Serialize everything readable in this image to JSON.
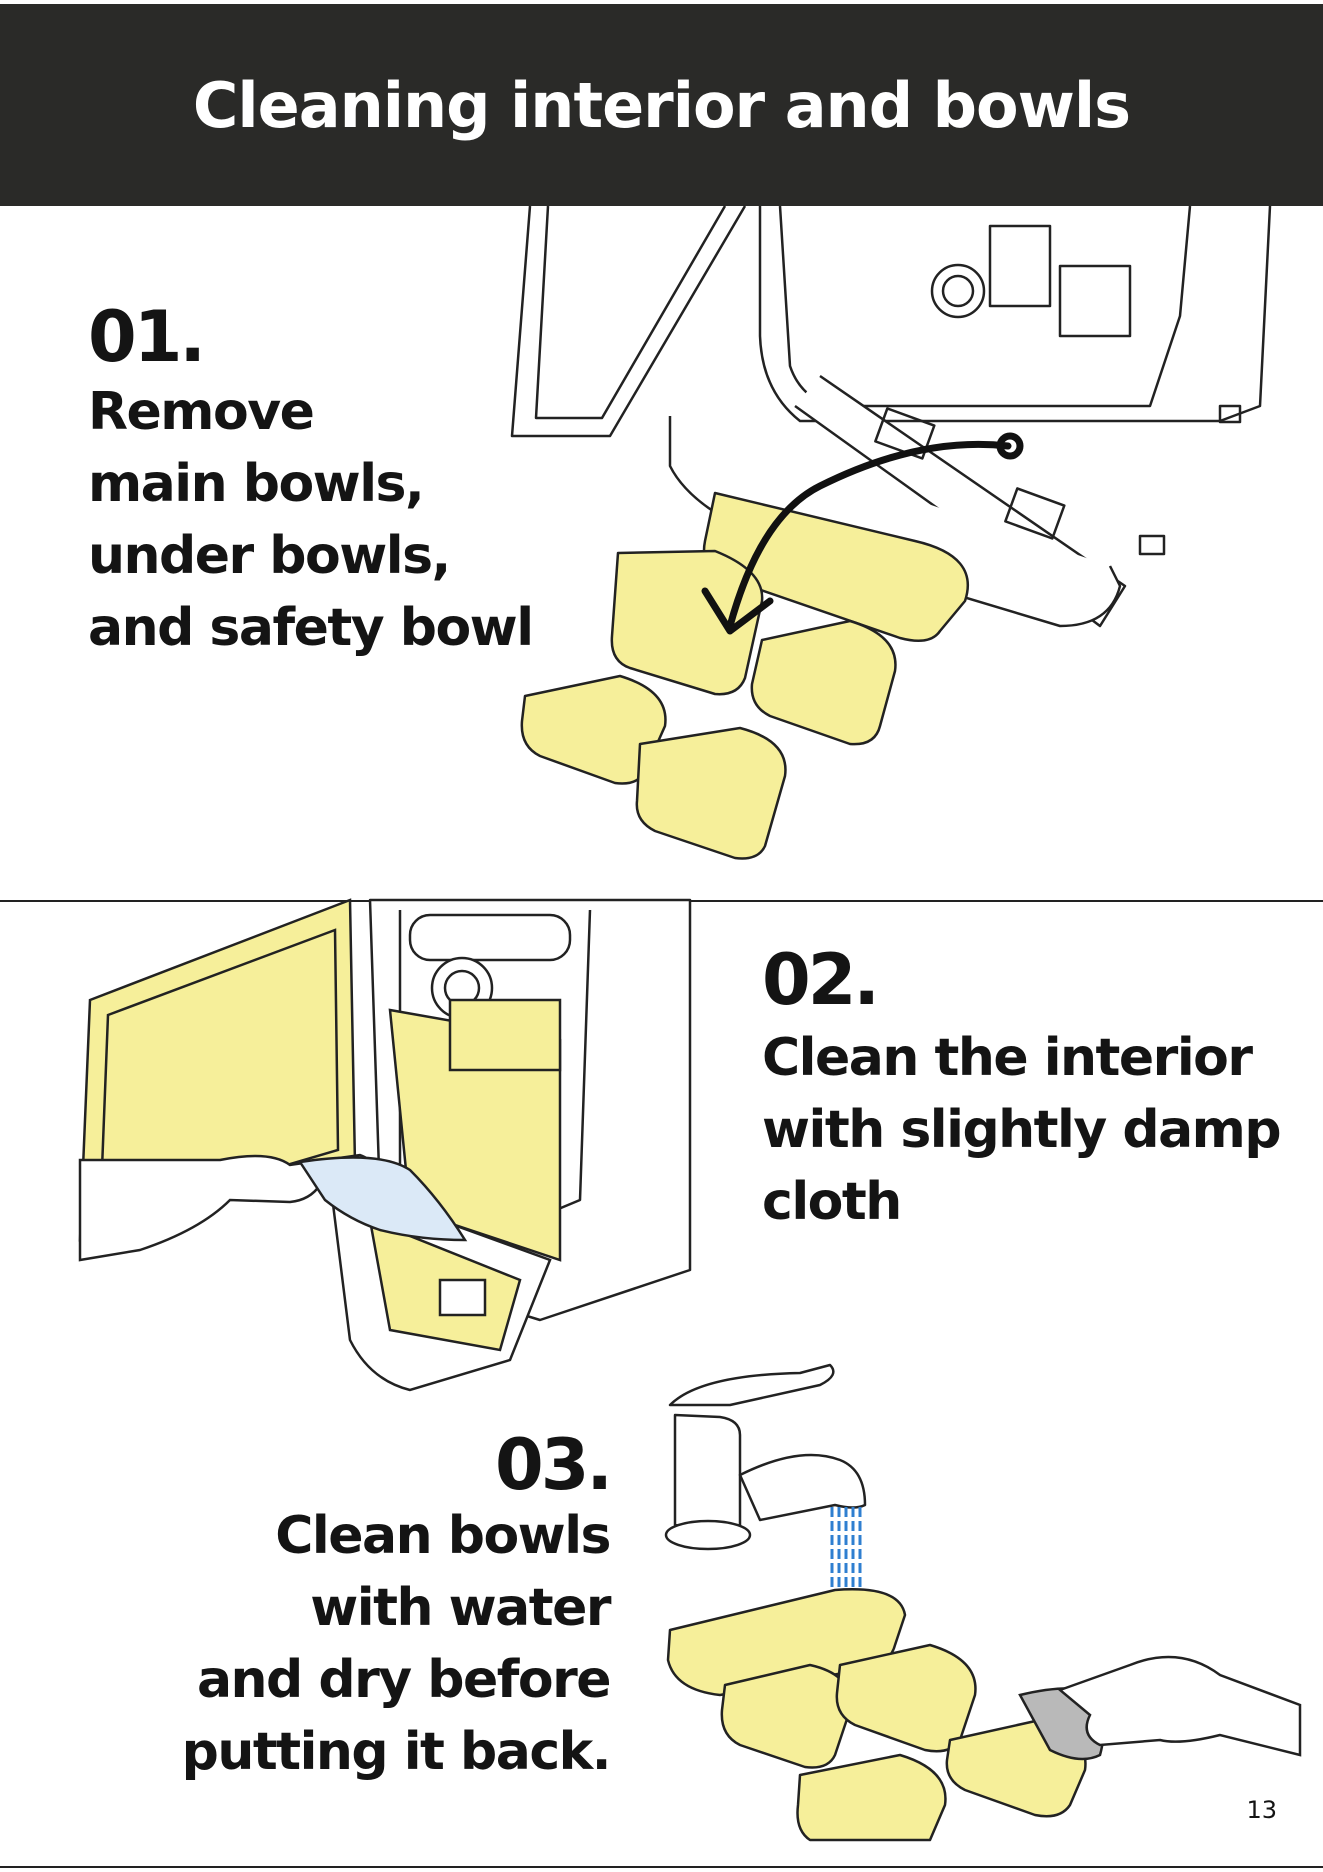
{
  "header": {
    "title": "Cleaning interior and bowls"
  },
  "steps": [
    {
      "number": "01.",
      "text": "Remove\nmain bowls,\nunder bowls,\nand safety bowl"
    },
    {
      "number": "02.",
      "text": "Clean the interior\nwith slightly damp\ncloth"
    },
    {
      "number": "03.",
      "text": "Clean bowls\nwith water\nand dry before\nputting it back."
    }
  ],
  "footer": {
    "page_number": "13"
  },
  "colors": {
    "header_bg": "#2a2a28",
    "bowl_yellow": "#f6ef9a",
    "water_blue": "#2f7fd0",
    "cloth_blue": "#dbe9f7",
    "cloth_grey": "#b9b9b9"
  },
  "icons": [
    "arrow-icon",
    "water-drops-icon"
  ]
}
